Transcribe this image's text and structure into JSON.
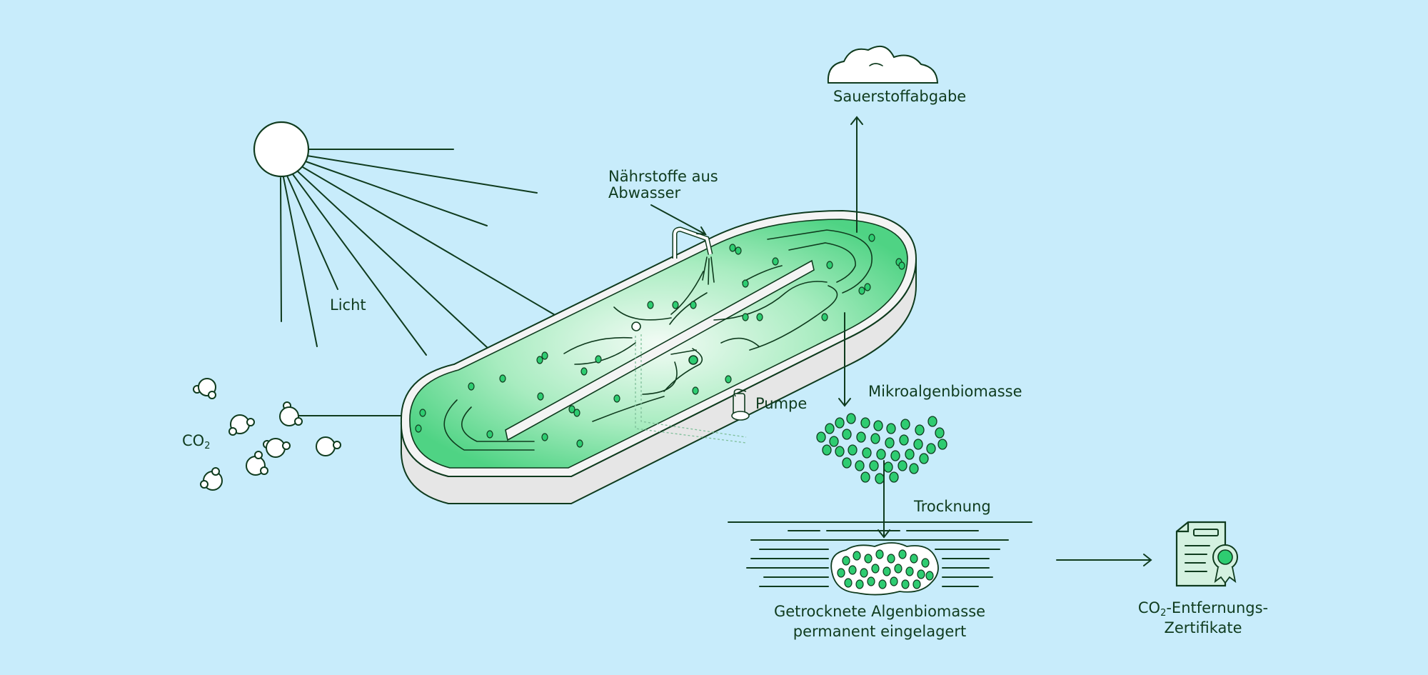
{
  "labels": {
    "light": "Licht",
    "co2": "CO",
    "co2_sub": "2",
    "nutrients_line1": "Nährstoffe aus",
    "nutrients_line2": "Abwasser",
    "oxygen": "Sauerstoffabgabe",
    "pump": "Pumpe",
    "biomass": "Mikroalgenbiomasse",
    "drying": "Trocknung",
    "stored_line1": "Getrocknete Algenbiomasse",
    "stored_line2": "permanent eingelagert",
    "cert_line1_prefix": "CO",
    "cert_line1_sub": "2",
    "cert_line1_suffix": "-Entfernungs-",
    "cert_line2": "Zertifikate"
  },
  "colors": {
    "background": "#c8ecfb",
    "ink": "#0f3b1e",
    "algae_green": "#2ecc71",
    "pond_green": "#5fd98c",
    "pond_wall": "#e8e8e8"
  },
  "icons": [
    "sun-icon",
    "cloud-icon",
    "co2-molecule-icon",
    "pump-icon",
    "algae-cluster-icon",
    "certificate-icon"
  ]
}
